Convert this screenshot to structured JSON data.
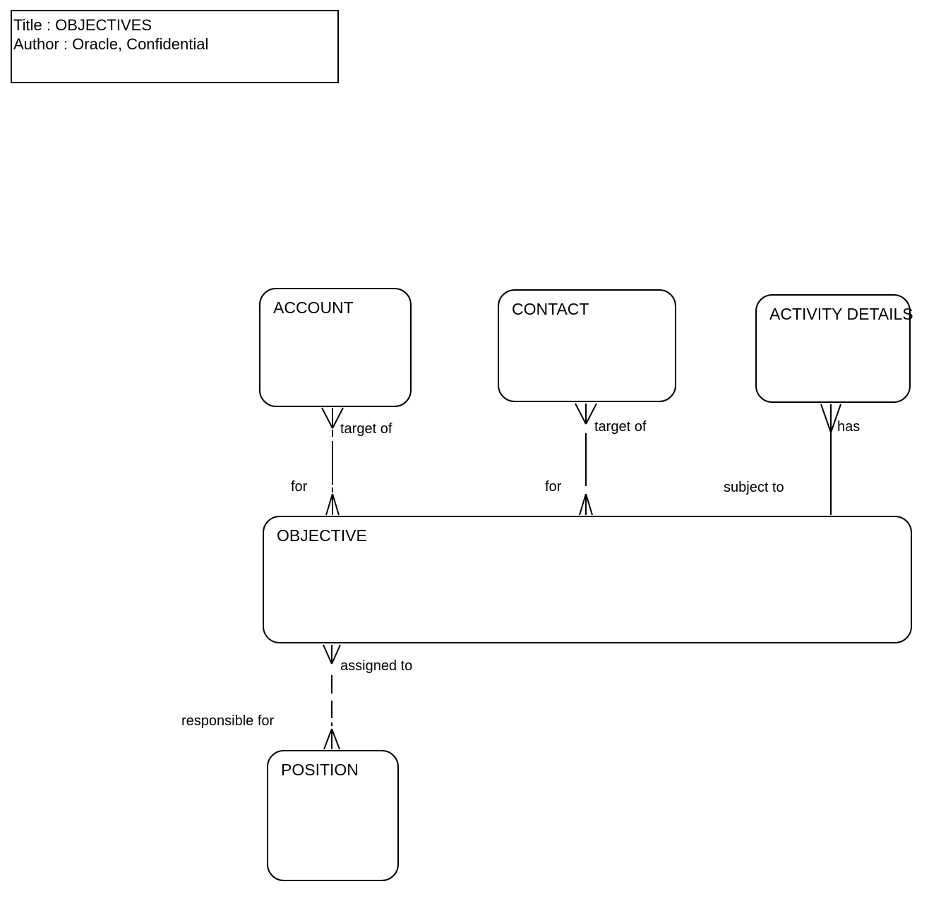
{
  "diagram": {
    "kind": "entity-relationship-diagram",
    "background_color": "#ffffff",
    "line_color": "#000000",
    "text_color": "#000000"
  },
  "title_block": {
    "title": "Title : OBJECTIVES",
    "author": "Author : Oracle, Confidential"
  },
  "entities": [
    {
      "id": "account",
      "label": "ACCOUNT"
    },
    {
      "id": "contact",
      "label": "CONTACT"
    },
    {
      "id": "activity_details",
      "label": "ACTIVITY DETAILS"
    },
    {
      "id": "objective",
      "label": "OBJECTIVE"
    },
    {
      "id": "position",
      "label": "POSITION"
    }
  ],
  "relationships": [
    {
      "entity_a": "ACCOUNT",
      "entity_b": "OBJECTIVE",
      "label_a": "target of",
      "label_b": "for",
      "cardinality": "many-to-many",
      "line_style": "dashed"
    },
    {
      "entity_a": "CONTACT",
      "entity_b": "OBJECTIVE",
      "label_a": "target of",
      "label_b": "for",
      "cardinality": "many-to-many",
      "line_style": "dashed"
    },
    {
      "entity_a": "ACTIVITY DETAILS",
      "entity_b": "OBJECTIVE",
      "label_a": "has",
      "label_b": "subject to",
      "cardinality": "many-to-one",
      "line_style": "solid"
    },
    {
      "entity_a": "OBJECTIVE",
      "entity_b": "POSITION",
      "label_a": "assigned to",
      "label_b": "responsible for",
      "cardinality": "many-to-many",
      "line_style": "dashed"
    }
  ]
}
